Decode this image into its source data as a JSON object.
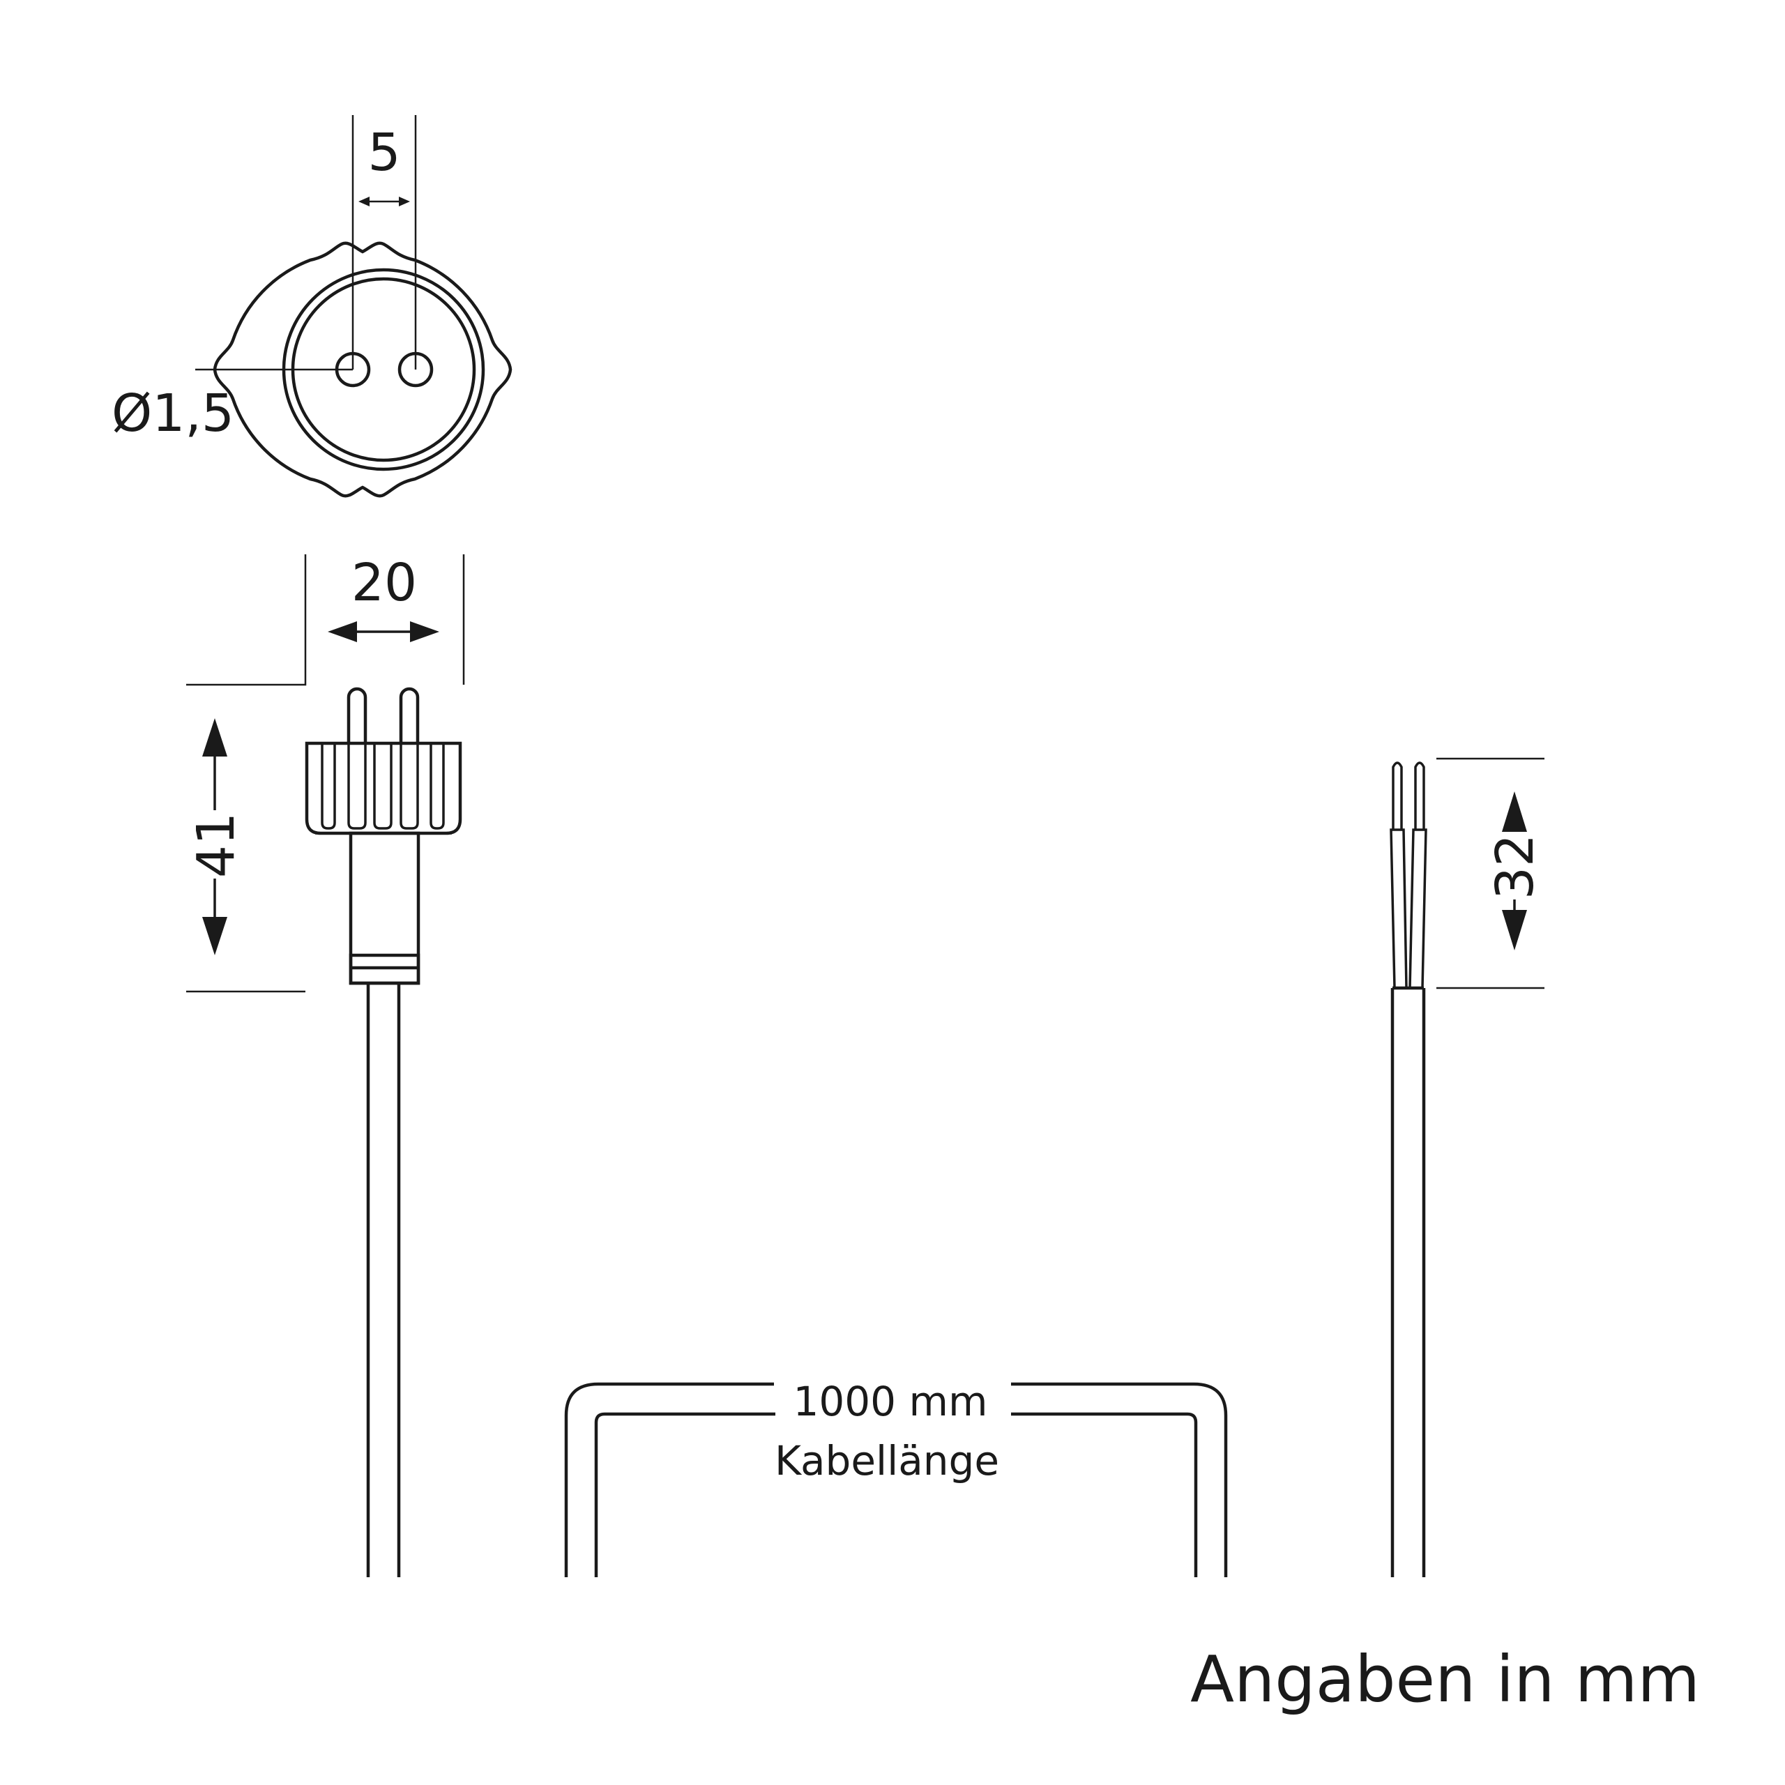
{
  "dimensions": {
    "pin_spacing": "5",
    "pin_diameter": "Ø1,5",
    "plug_width": "20",
    "plug_length": "41",
    "wire_strip_length": "32"
  },
  "cable": {
    "length_value": "1000 mm",
    "length_label": "Kabellänge"
  },
  "footer": {
    "units_note": "Angaben in mm"
  }
}
